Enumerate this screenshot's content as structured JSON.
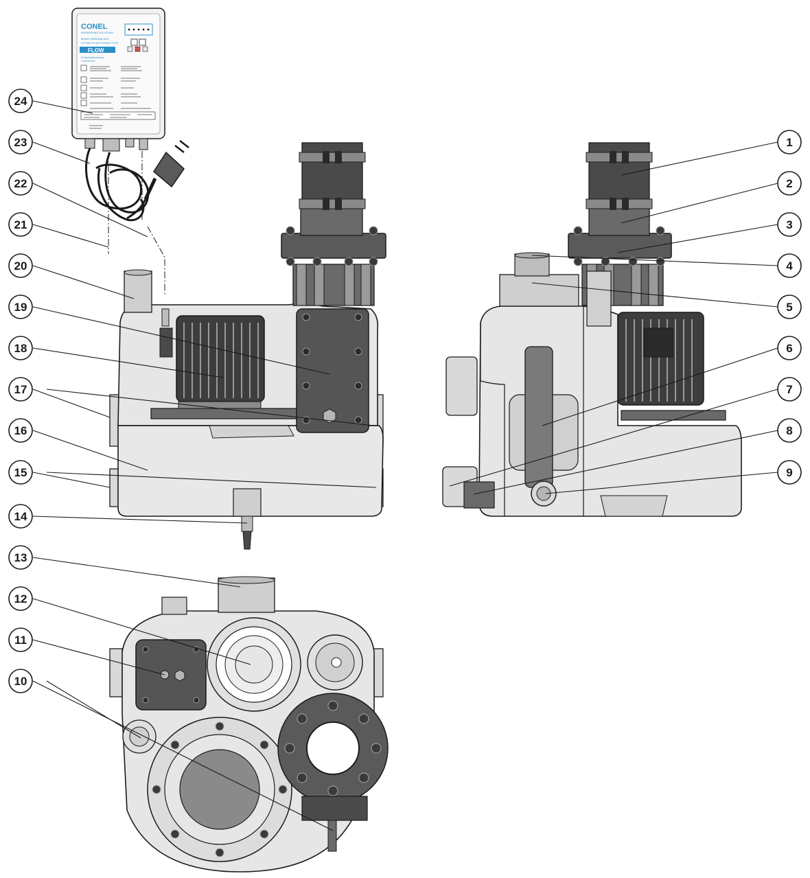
{
  "controller": {
    "brand": "CONEL",
    "brand_sub": "ENGINEERING SOLUTIONS",
    "product_line1": "MONO-HEBEANLAGE",
    "product_line2": "LIFTING PLANT MONO TYPE",
    "product_line3": "FLOW",
    "section_title1": "Pumpensteuerung",
    "section_title2": "Control box"
  },
  "callouts": [
    {
      "id": "1",
      "label": "1"
    },
    {
      "id": "2",
      "label": "2"
    },
    {
      "id": "3",
      "label": "3"
    },
    {
      "id": "4",
      "label": "4"
    },
    {
      "id": "5",
      "label": "5"
    },
    {
      "id": "6",
      "label": "6"
    },
    {
      "id": "7",
      "label": "7"
    },
    {
      "id": "8",
      "label": "8"
    },
    {
      "id": "9",
      "label": "9"
    },
    {
      "id": "10",
      "label": "10"
    },
    {
      "id": "11",
      "label": "11"
    },
    {
      "id": "12",
      "label": "12"
    },
    {
      "id": "13",
      "label": "13"
    },
    {
      "id": "14",
      "label": "14"
    },
    {
      "id": "15",
      "label": "15"
    },
    {
      "id": "16",
      "label": "16"
    },
    {
      "id": "17",
      "label": "17"
    },
    {
      "id": "18",
      "label": "18"
    },
    {
      "id": "19",
      "label": "19"
    },
    {
      "id": "20",
      "label": "20"
    },
    {
      "id": "21",
      "label": "21"
    },
    {
      "id": "22",
      "label": "22"
    },
    {
      "id": "23",
      "label": "23"
    },
    {
      "id": "24",
      "label": "24"
    }
  ],
  "colors": {
    "tank": "#e6e6e6",
    "tank_shade": "#d3d3d3",
    "outline": "#1a1a1a",
    "pipe": "#6b6b6b",
    "dark_part": "#4a4a4a",
    "controller_accent": "#2a8fc9",
    "controller_body": "#f2f2f2"
  }
}
